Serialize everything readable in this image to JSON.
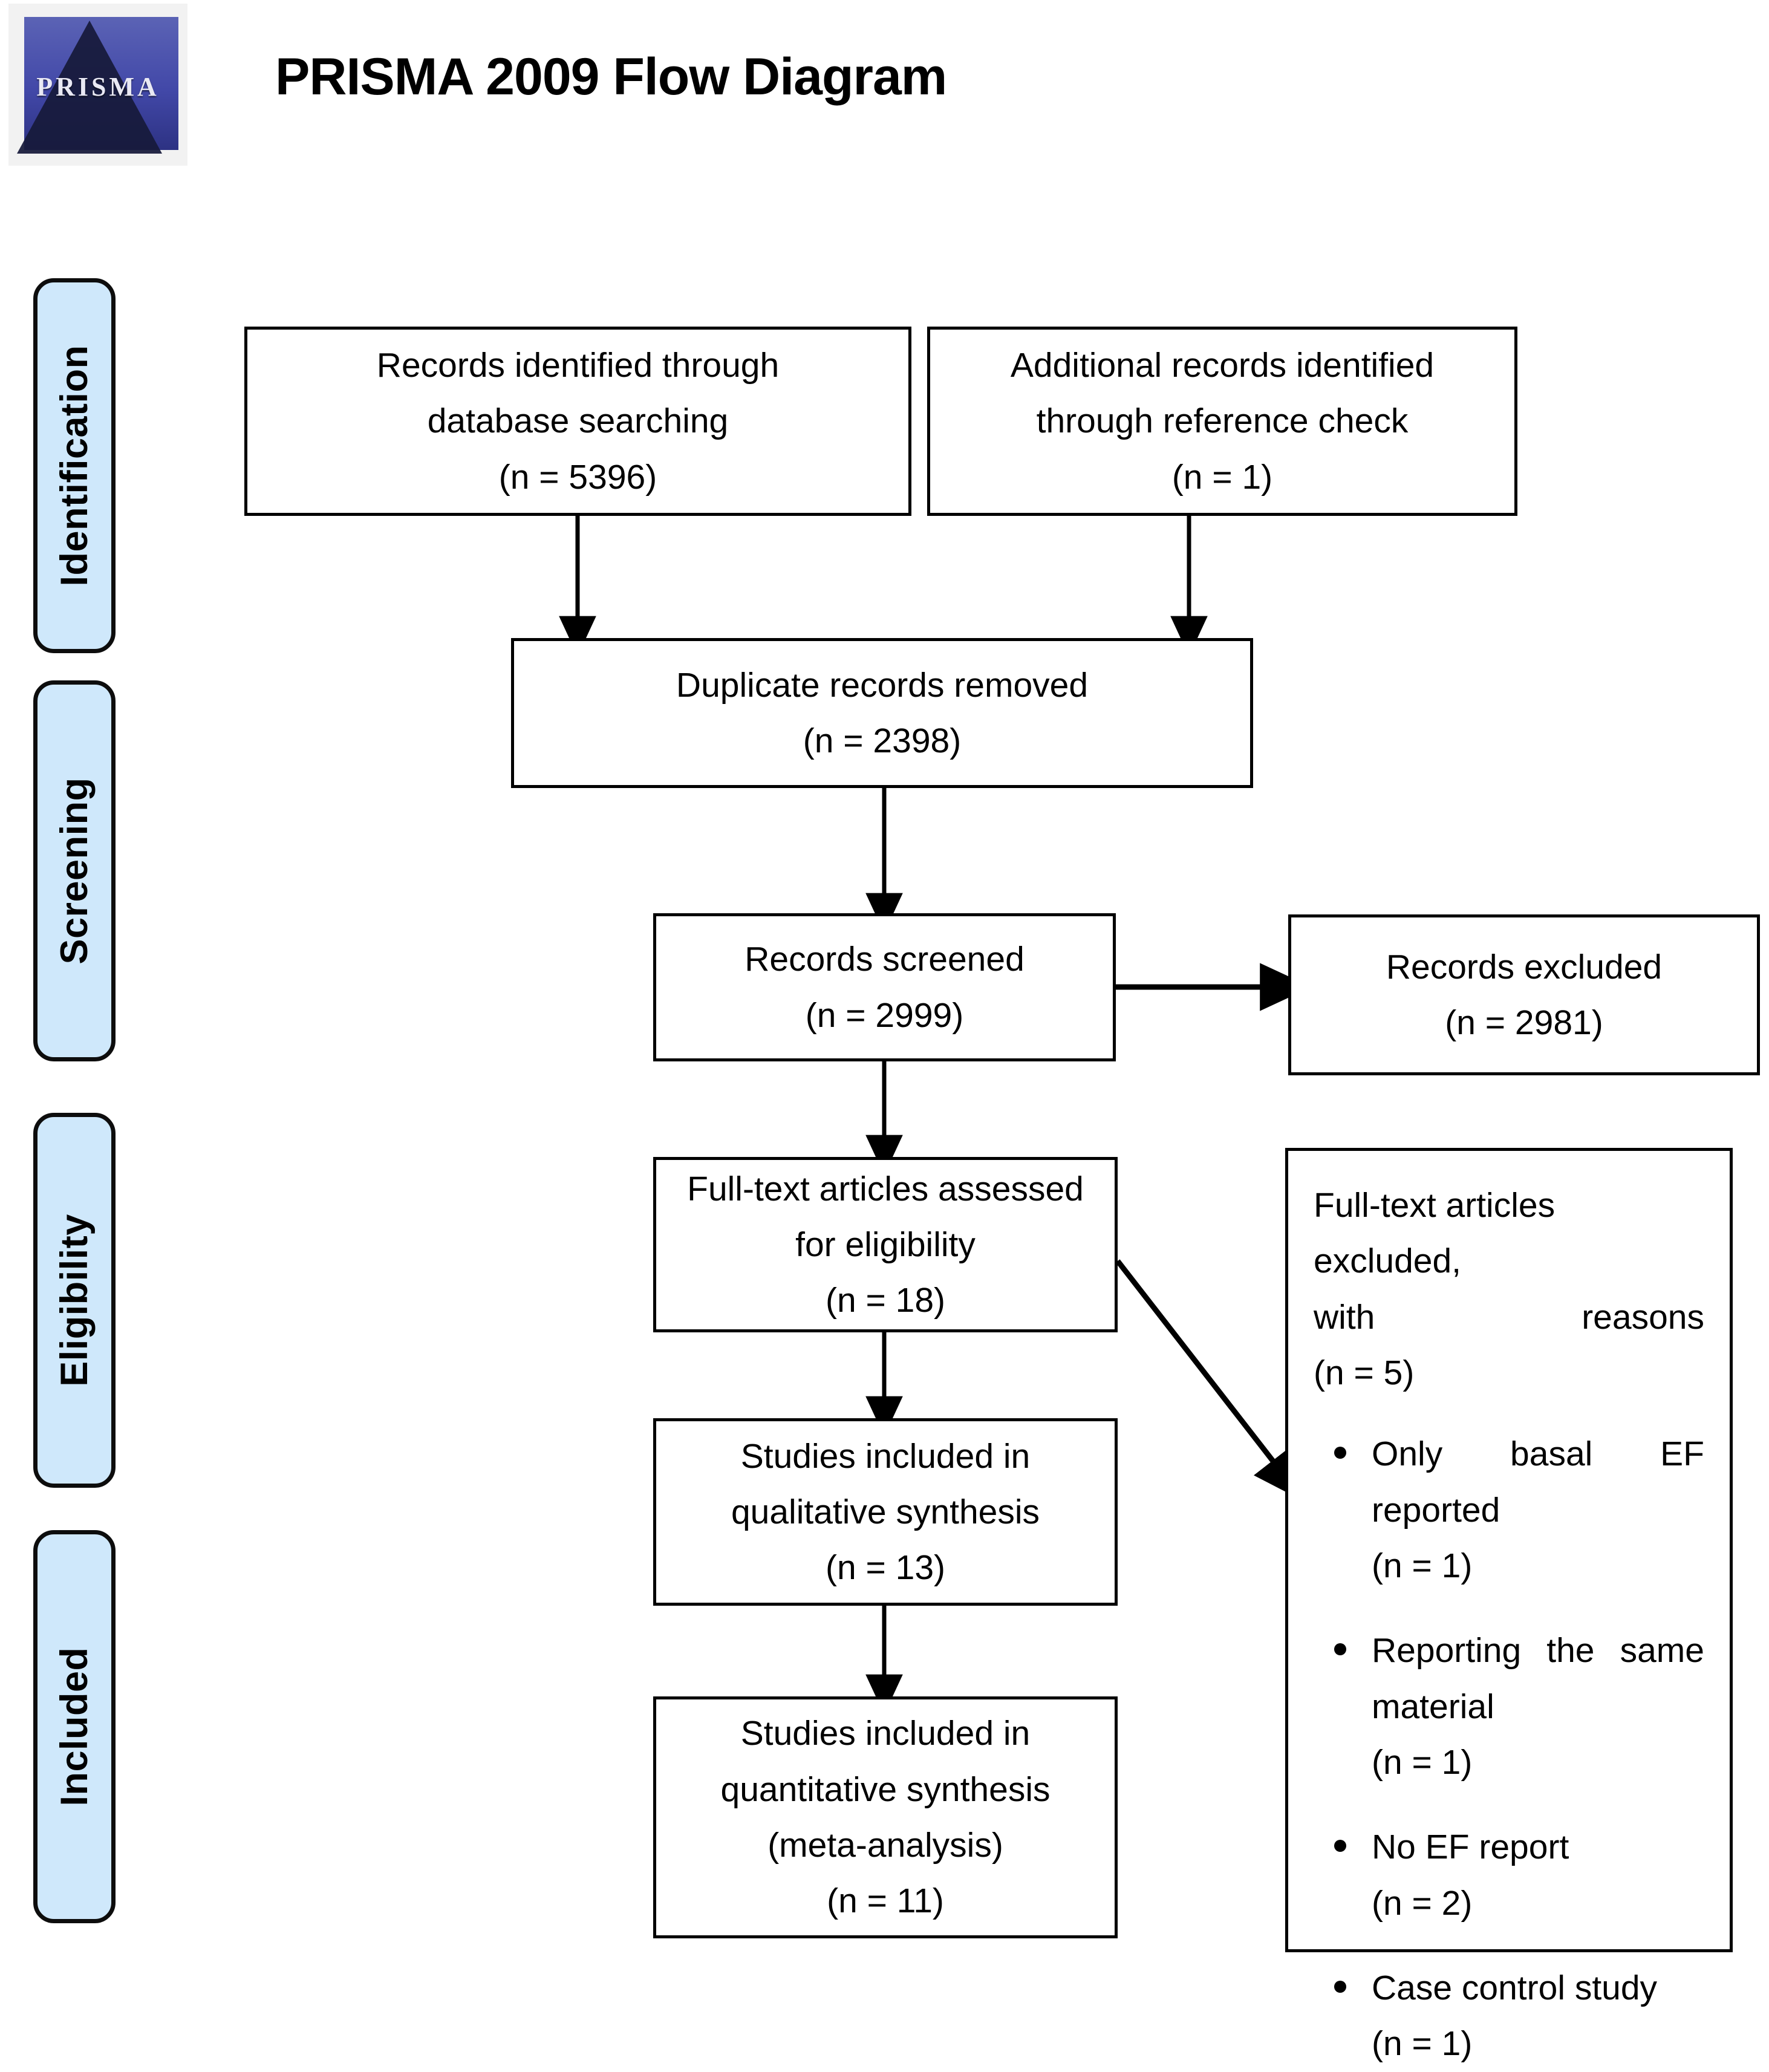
{
  "page": {
    "title": "PRISMA 2009 Flow Diagram",
    "logo_wordmark": "PRISMA"
  },
  "stages": [
    {
      "key": "identification",
      "label": "Identification"
    },
    {
      "key": "screening",
      "label": "Screening"
    },
    {
      "key": "eligibility",
      "label": "Eligibility"
    },
    {
      "key": "included",
      "label": "Included"
    }
  ],
  "boxes": {
    "database_search": {
      "line1": "Records identified through",
      "line2": "database searching",
      "count": "(n = 5396)"
    },
    "reference_check": {
      "line1": "Additional records identified",
      "line2": "through reference check",
      "count": "(n = 1)"
    },
    "duplicates_removed": {
      "line1": "Duplicate records removed",
      "count": "(n = 2398)"
    },
    "records_screened": {
      "line1": "Records screened",
      "count": "(n = 2999)"
    },
    "records_excluded": {
      "line1": "Records excluded",
      "count": "(n = 2981)"
    },
    "fulltext_assessed": {
      "line1": "Full-text articles assessed",
      "line2": "for eligibility",
      "count": "(n = 18)"
    },
    "qualitative_synthesis": {
      "line1": "Studies included in",
      "line2": "qualitative synthesis",
      "count": "(n = 13)"
    },
    "quantitative_synthesis": {
      "line1": "Studies included in",
      "line2": "quantitative synthesis",
      "line3": "(meta-analysis)",
      "count": "(n = 11)"
    },
    "fulltext_excluded": {
      "head_line1": "Full-text articles excluded,",
      "head_line2": "with reasons",
      "count": "(n = 5)",
      "reasons": [
        {
          "text": "Only basal EF reported",
          "count": "(n = 1)",
          "multiline": true
        },
        {
          "text": "Reporting the same material",
          "count": "(n = 1)",
          "multiline": true
        },
        {
          "text": "No EF report",
          "count": "(n = 2)",
          "multiline": false
        },
        {
          "text": "Case control study",
          "count": "(n = 1)",
          "multiline": false
        }
      ]
    }
  },
  "colors": {
    "stage_pill_fill": "#cfe8fb",
    "stage_pill_border": "#0d0d0d",
    "box_border": "#000000",
    "canvas": "#ffffff"
  }
}
